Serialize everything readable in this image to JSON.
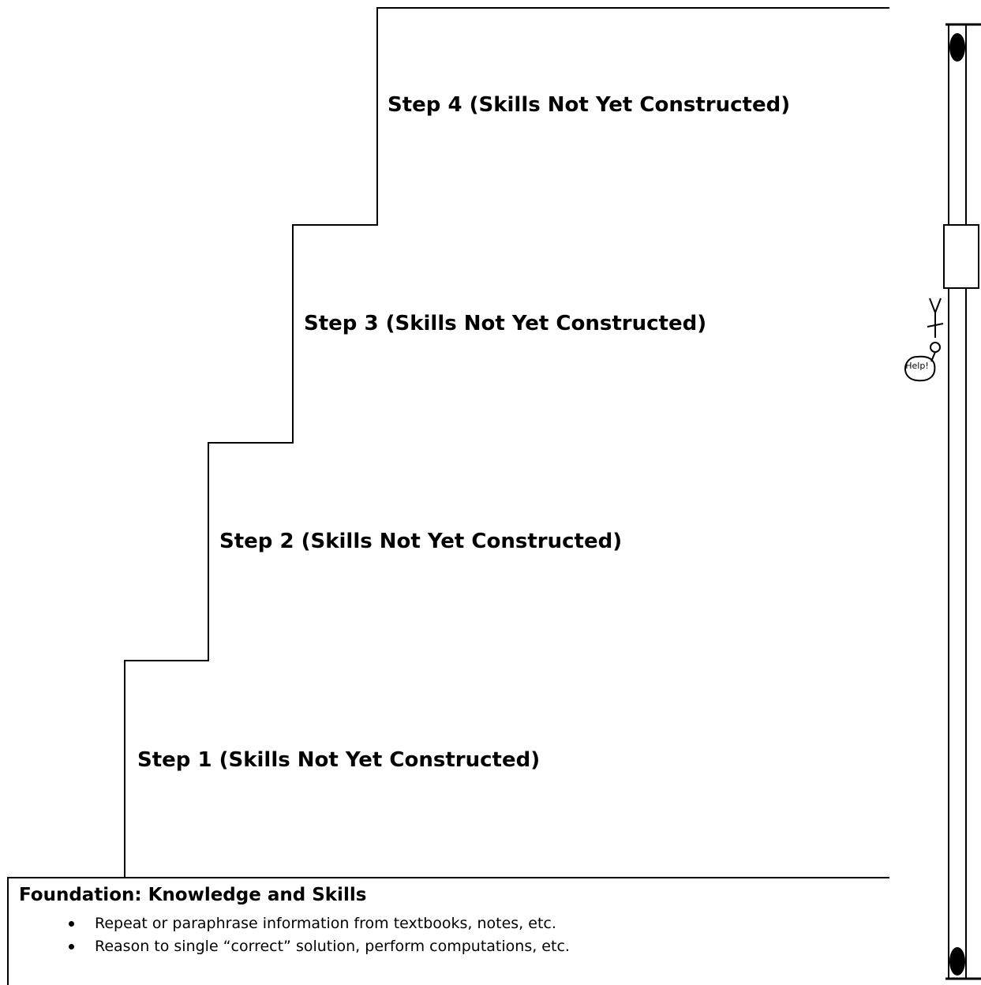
{
  "steps": [
    {
      "label": "Step 4 (Skills Not Yet Constructed)"
    },
    {
      "label": "Step 3 (Skills Not Yet Constructed)"
    },
    {
      "label": "Step 2 (Skills Not Yet Constructed)"
    },
    {
      "label": "Step 1 (Skills Not Yet Constructed)"
    }
  ],
  "foundation": {
    "title": "Foundation: Knowledge and Skills",
    "items": [
      "Repeat or paraphrase information from textbooks, notes, etc.",
      "Reason to single “correct” solution, perform computations, etc."
    ]
  },
  "figure": {
    "speech_text": "Help!"
  },
  "colors": {
    "line": "#000000",
    "background": "#ffffff"
  }
}
